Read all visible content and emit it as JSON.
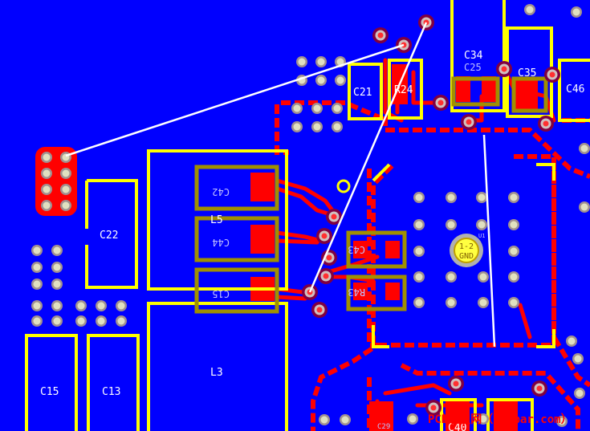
{
  "components": {
    "C34": "C34",
    "C25": "C25",
    "C35": "C35",
    "C46": "C46",
    "C21": "C21",
    "R24": "R24",
    "C22": "C22",
    "L5": "L5",
    "C42": "C42",
    "C44": "C44",
    "C15_small": "C15",
    "C43": "C43",
    "R43": "R43",
    "L3": "L3",
    "C15": "C15",
    "C13": "C13",
    "C40": "C40",
    "C29": "C29",
    "U1": "U1"
  },
  "pad_marker": {
    "top": "1-2",
    "bottom": "GND"
  },
  "watermark": "PCB联盟网（Pcbbar.com）",
  "colors": {
    "board": "#0000ff",
    "copper": "#ff0000",
    "silkscreen": "#ffff00",
    "ratsnest": "#ffffff",
    "via_ring": "#800040"
  }
}
